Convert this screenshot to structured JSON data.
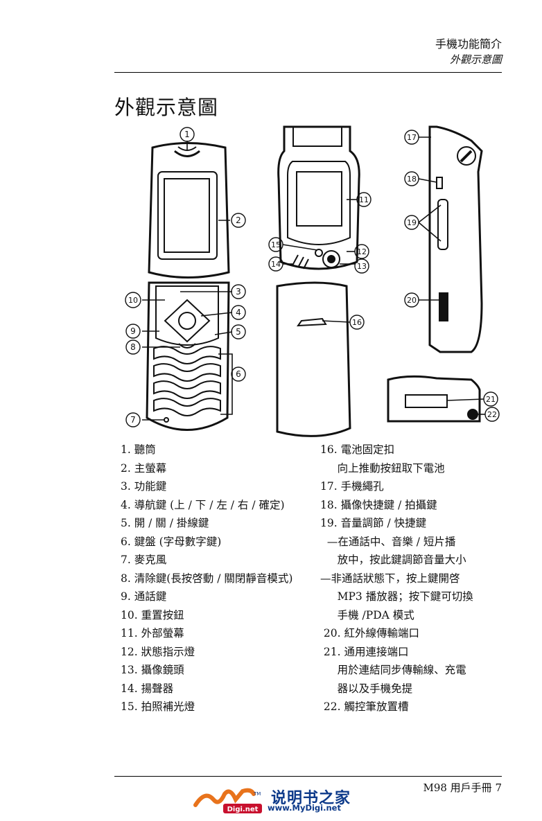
{
  "header": {
    "section": "手機功能簡介",
    "subsection": "外觀示意圖"
  },
  "page_title": "外觀示意圖",
  "callouts": [
    "1",
    "2",
    "3",
    "4",
    "5",
    "6",
    "7",
    "8",
    "9",
    "10",
    "11",
    "12",
    "13",
    "14",
    "15",
    "16",
    "17",
    "18",
    "19",
    "20",
    "21",
    "22"
  ],
  "parts_left": [
    "1. 聽筒",
    "2. 主螢幕",
    "3. 功能鍵",
    "4. 導航鍵 (上 / 下 / 左 / 右 / 確定)",
    "5. 開 / 關 / 掛線鍵",
    "6. 鍵盤 (字母數字鍵)",
    "7. 麥克風",
    "8. 清除鍵(長按啓動 / 關閉靜音模式)",
    "9. 通話鍵",
    "10. 重置按鈕",
    "11. 外部螢幕",
    "12. 狀態指示燈",
    "13. 攝像鏡頭",
    "14. 揚聲器",
    "15. 拍照補光燈"
  ],
  "parts_right": [
    "16. 電池固定扣",
    "     向上推動按鈕取下電池",
    "17. 手機繩孔",
    "18. 攝像快捷鍵 / 拍攝鍵",
    "19. 音量調節 / 快捷鍵",
    "  —在通話中、音樂 / 短片播",
    "     放中，按此鍵調節音量大小",
    "—非通話狀態下，按上鍵開啓",
    "     MP3 播放器；按下鍵可切換",
    "     手機 /PDA 模式",
    " 20. 紅外線傳輸端口",
    " 21. 通用連接端口",
    "     用於連結同步傳輸線、充電",
    "     器以及手機免提",
    " 22. 觸控筆放置槽"
  ],
  "footer": {
    "manual": "M98 用戶手冊    7",
    "logo_brand": "说明书之家",
    "logo_url": "www.MyDigi.net",
    "logo_mark": "My",
    "logo_tm": "TM",
    "logo_badge": "Digi.net"
  }
}
